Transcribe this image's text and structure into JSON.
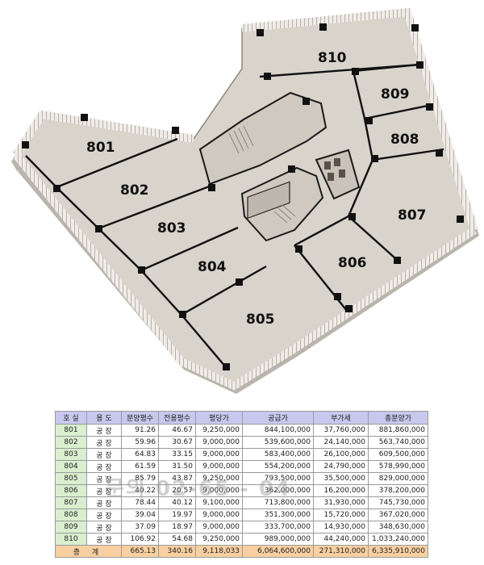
{
  "plan": {
    "units": [
      "801",
      "802",
      "803",
      "804",
      "805",
      "806",
      "807",
      "808",
      "809",
      "810"
    ]
  },
  "table": {
    "headers": [
      "호 실",
      "용 도",
      "분양평수",
      "전용평수",
      "평당가",
      "공급가",
      "부가세",
      "총분양가"
    ],
    "rows": [
      [
        "801",
        "공 장",
        "91.26",
        "46.67",
        "9,250,000",
        "844,100,000",
        "37,760,000",
        "881,860,000"
      ],
      [
        "802",
        "공 장",
        "59.96",
        "30.67",
        "9,000,000",
        "539,600,000",
        "24,140,000",
        "563,740,000"
      ],
      [
        "803",
        "공 장",
        "64.83",
        "33.15",
        "9,000,000",
        "583,400,000",
        "26,100,000",
        "609,500,000"
      ],
      [
        "804",
        "공 장",
        "61.59",
        "31.50",
        "9,000,000",
        "554,200,000",
        "24,790,000",
        "578,990,000"
      ],
      [
        "805",
        "공 장",
        "85.79",
        "43.87",
        "9,250,000",
        "793,500,000",
        "35,500,000",
        "829,000,000"
      ],
      [
        "806",
        "공 장",
        "40.22",
        "20.57",
        "9,000,000",
        "362,000,000",
        "16,200,000",
        "378,200,000"
      ],
      [
        "807",
        "공 장",
        "78.44",
        "40.12",
        "9,100,000",
        "713,800,000",
        "31,930,000",
        "745,730,000"
      ],
      [
        "808",
        "공 장",
        "39.04",
        "19.97",
        "9,000,000",
        "351,300,000",
        "15,720,000",
        "367,020,000"
      ],
      [
        "809",
        "공 장",
        "37.09",
        "18.97",
        "9,000,000",
        "333,700,000",
        "14,930,000",
        "348,630,000"
      ],
      [
        "810",
        "공 장",
        "106.92",
        "54.68",
        "9,250,000",
        "989,000,000",
        "44,240,000",
        "1,033,240,000"
      ]
    ],
    "total": {
      "label": "층 계",
      "values": [
        "665.13",
        "340.16",
        "9,118,033",
        "6,064,600,000",
        "271,310,000",
        "6,335,910,000"
      ]
    }
  },
  "watermark": "문의 02-65 -  04",
  "colors": {
    "header_bg": "#c8c8ee",
    "room_cell_bg": "#d9efd0",
    "total_bg": "#f8cfa1",
    "floor": "#d6d1c9",
    "wall_top": "#ebe7e1",
    "wall_side": "#a9a39a",
    "column": "#111111"
  }
}
